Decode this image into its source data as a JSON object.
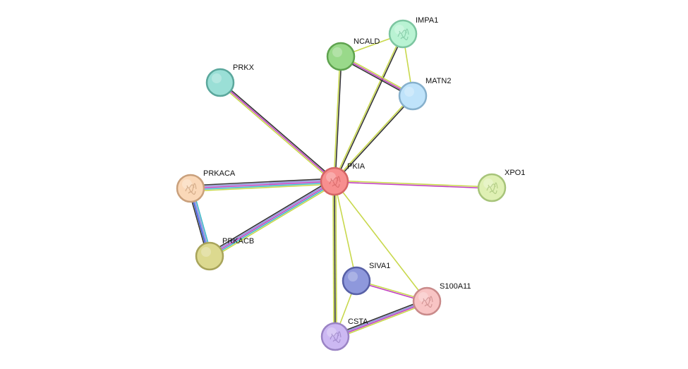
{
  "nodes": [
    {
      "id": "PKIA",
      "label": "PKIA",
      "fill": "#f78f8f",
      "stroke": "#d56565",
      "structure": true
    },
    {
      "id": "NCALD",
      "label": "NCALD",
      "fill": "#99d98a",
      "stroke": "#5fa34f",
      "structure": false
    },
    {
      "id": "IMPA1",
      "label": "IMPA1",
      "fill": "#b9f3d3",
      "stroke": "#7cc5a0",
      "structure": true
    },
    {
      "id": "MATN2",
      "label": "MATN2",
      "fill": "#bfe3fa",
      "stroke": "#86b0cc",
      "structure": false
    },
    {
      "id": "PRKX",
      "label": "PRKX",
      "fill": "#9adfd6",
      "stroke": "#5aa79c",
      "structure": false
    },
    {
      "id": "PRKACA",
      "label": "PRKACA",
      "fill": "#fad8b8",
      "stroke": "#c9a07c",
      "structure": true
    },
    {
      "id": "PRKACB",
      "label": "PRKACB",
      "fill": "#dcd98f",
      "stroke": "#a8a45a",
      "structure": false
    },
    {
      "id": "XPO1",
      "label": "XPO1",
      "fill": "#dff0b4",
      "stroke": "#a7c47a",
      "structure": true
    },
    {
      "id": "SIVA1",
      "label": "SIVA1",
      "fill": "#8e98dc",
      "stroke": "#5760a6",
      "structure": false
    },
    {
      "id": "S100A11",
      "label": "S100A11",
      "fill": "#f8c4c4",
      "stroke": "#c98a8a",
      "structure": true
    },
    {
      "id": "CSTA",
      "label": "CSTA",
      "fill": "#ccb8f2",
      "stroke": "#9a83c4",
      "structure": true
    }
  ],
  "edge_colors": {
    "textmining": "#c8d84c",
    "coexpression": "#333333",
    "experiments": "#c03ec0",
    "databases": "#3fb8c8",
    "homology": "#8a8ad8",
    "neighborhood": "#4c9e4c",
    "curated_blue": "#3355dd"
  },
  "edges": [
    {
      "source": "PKIA",
      "target": "PRKX",
      "channels": [
        "textmining",
        "experiments",
        "coexpression"
      ]
    },
    {
      "source": "PKIA",
      "target": "NCALD",
      "channels": [
        "textmining",
        "coexpression"
      ]
    },
    {
      "source": "PKIA",
      "target": "IMPA1",
      "channels": [
        "textmining",
        "coexpression"
      ]
    },
    {
      "source": "PKIA",
      "target": "MATN2",
      "channels": [
        "textmining",
        "coexpression"
      ]
    },
    {
      "source": "PKIA",
      "target": "PRKACA",
      "channels": [
        "textmining",
        "databases",
        "experiments",
        "homology",
        "coexpression"
      ]
    },
    {
      "source": "PKIA",
      "target": "PRKACB",
      "channels": [
        "textmining",
        "databases",
        "experiments",
        "homology",
        "coexpression"
      ]
    },
    {
      "source": "PKIA",
      "target": "XPO1",
      "channels": [
        "textmining",
        "experiments"
      ]
    },
    {
      "source": "PKIA",
      "target": "SIVA1",
      "channels": [
        "textmining"
      ]
    },
    {
      "source": "PKIA",
      "target": "S100A11",
      "channels": [
        "textmining"
      ]
    },
    {
      "source": "PKIA",
      "target": "CSTA",
      "channels": [
        "textmining",
        "coexpression",
        "textmining"
      ]
    },
    {
      "source": "NCALD",
      "target": "IMPA1",
      "channels": [
        "textmining"
      ]
    },
    {
      "source": "NCALD",
      "target": "MATN2",
      "channels": [
        "textmining",
        "experiments",
        "coexpression"
      ]
    },
    {
      "source": "IMPA1",
      "target": "MATN2",
      "channels": [
        "textmining"
      ]
    },
    {
      "source": "PRKACA",
      "target": "PRKACB",
      "channels": [
        "databases",
        "homology",
        "curated_blue",
        "coexpression"
      ]
    },
    {
      "source": "SIVA1",
      "target": "S100A11",
      "channels": [
        "textmining",
        "experiments"
      ]
    },
    {
      "source": "SIVA1",
      "target": "CSTA",
      "channels": [
        "textmining"
      ]
    },
    {
      "source": "S100A11",
      "target": "CSTA",
      "channels": [
        "textmining",
        "experiments",
        "homology",
        "coexpression"
      ]
    }
  ]
}
